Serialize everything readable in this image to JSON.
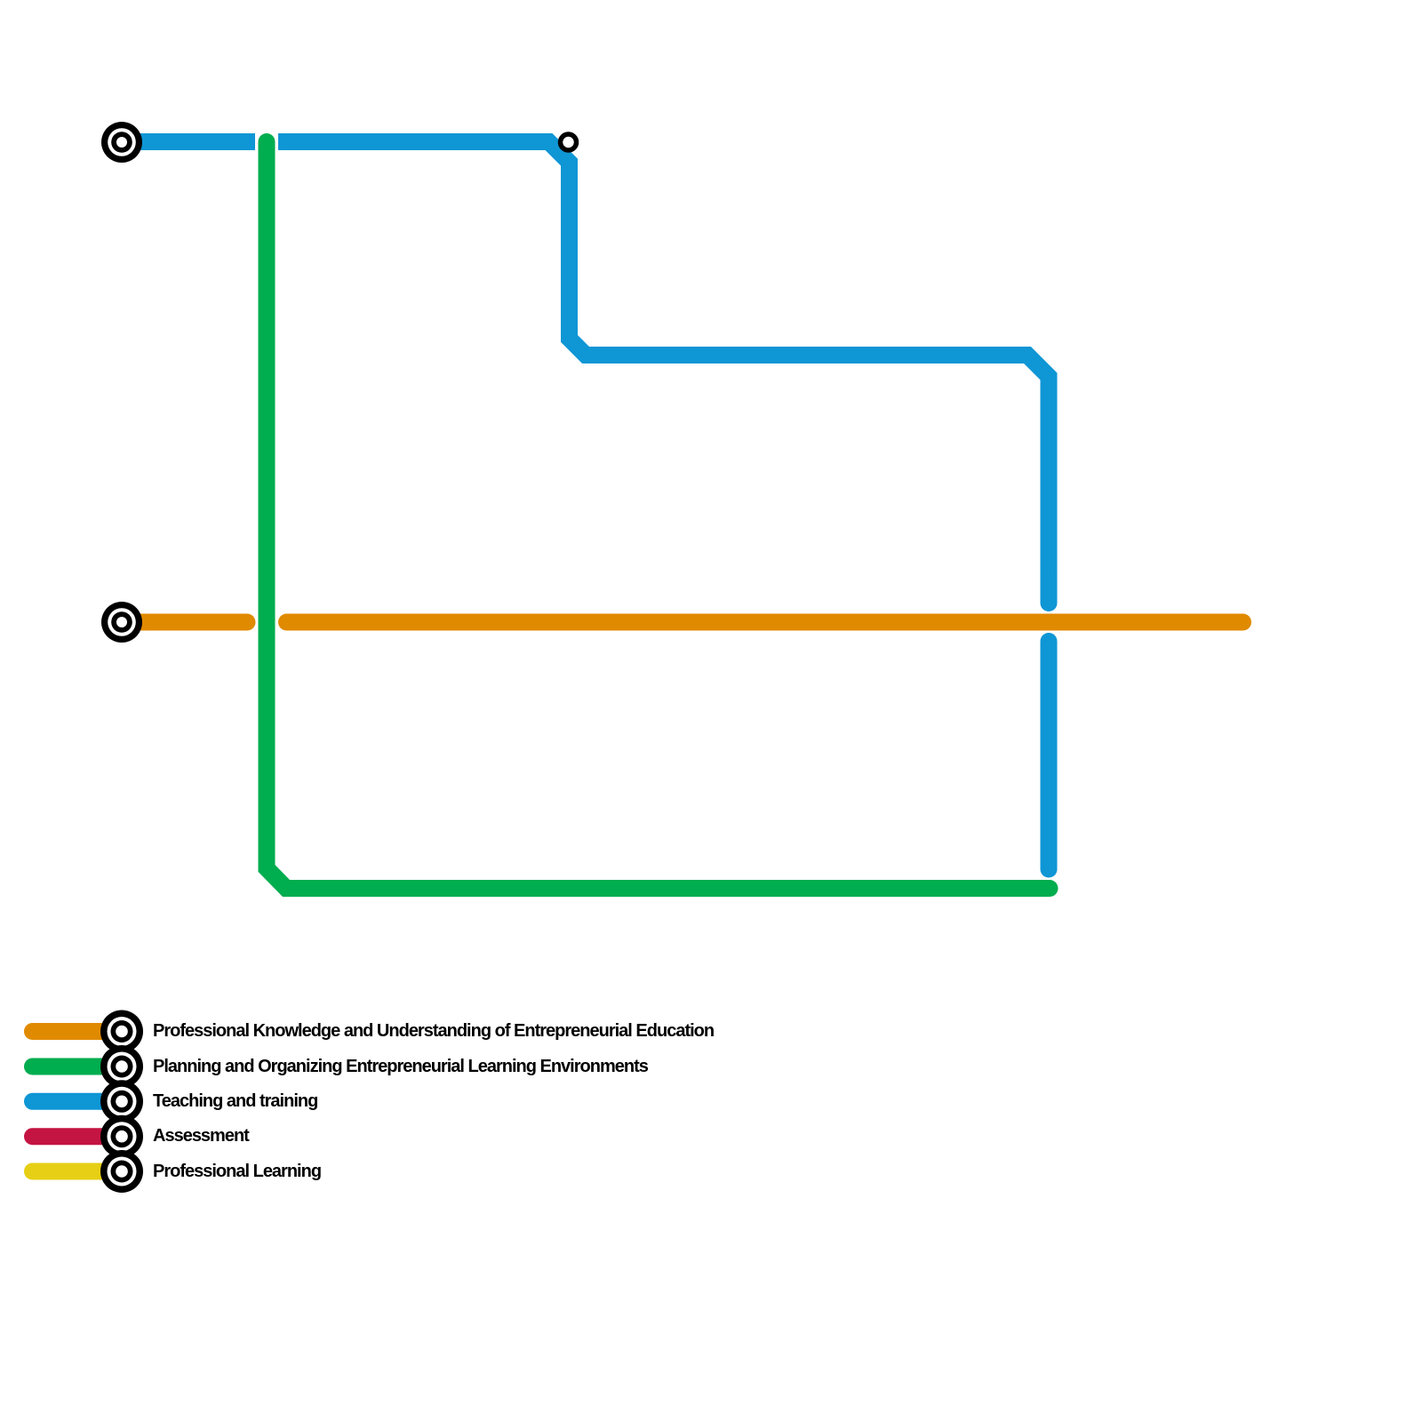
{
  "page": {
    "background": "#ffffff"
  },
  "colors": {
    "orange": "#E08A00",
    "green": "#00AD4F",
    "blue": "#0F96D5",
    "red": "#C41442",
    "yellow": "#E6CF15",
    "black": "#000000",
    "white": "#FFFFFF"
  },
  "map": {
    "lines": [
      {
        "name": "Professional Knowledge and Understanding of Entrepreneurial Education",
        "color": "#E08A00"
      },
      {
        "name": "Planning and Organizing Entrepreneurial Learning Environments",
        "color": "#00AD4F"
      },
      {
        "name": "Teaching and training",
        "color": "#0F96D5"
      }
    ],
    "stations": [
      {
        "type": "interchange",
        "marker": "double-ring-target",
        "position": "top-left terminus of blue line"
      },
      {
        "type": "interchange",
        "marker": "double-ring-target",
        "position": "left terminus of orange line"
      },
      {
        "type": "stop",
        "marker": "small-ring",
        "position": "first corner of blue line"
      }
    ]
  },
  "legend": {
    "items": [
      {
        "label": "Professional Knowledge and Understanding of Entrepreneurial Education",
        "color": "#E08A00"
      },
      {
        "label": "Planning and Organizing Entrepreneurial Learning Environments",
        "color": "#00AD4F"
      },
      {
        "label": "Teaching and training",
        "color": "#0F96D5"
      },
      {
        "label": "Assessment",
        "color": "#C41442"
      },
      {
        "label": "Professional Learning",
        "color": "#E6CF15"
      }
    ]
  }
}
